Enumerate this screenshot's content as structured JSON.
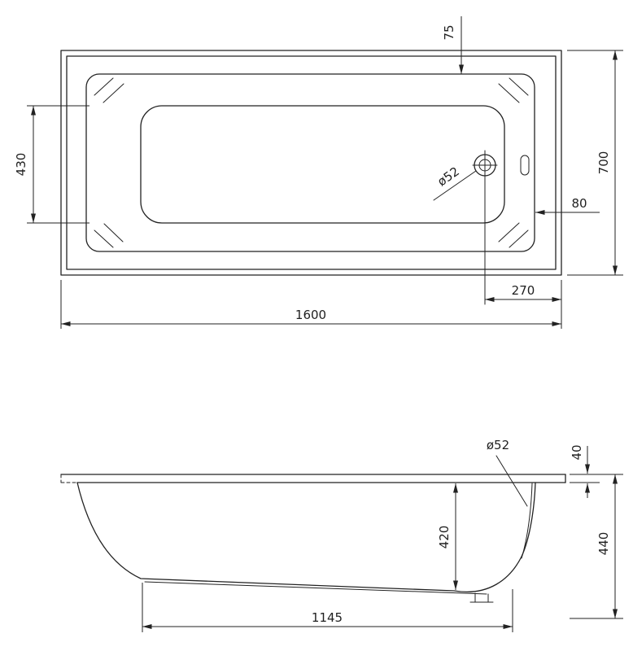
{
  "colors": {
    "line": "#222222",
    "background": "#ffffff"
  },
  "top_view": {
    "labels": {
      "rim_to_basin_offset": "75",
      "basin_inner_width": "430",
      "overall_width": "700",
      "basin_to_edge": "80",
      "drain_to_end": "270",
      "overall_length": "1600",
      "drain_diameter": "ø52"
    }
  },
  "side_view": {
    "labels": {
      "drain_diameter": "ø52",
      "rim_thickness": "40",
      "overall_height": "440",
      "inner_depth": "420",
      "bottom_length": "1145"
    }
  }
}
